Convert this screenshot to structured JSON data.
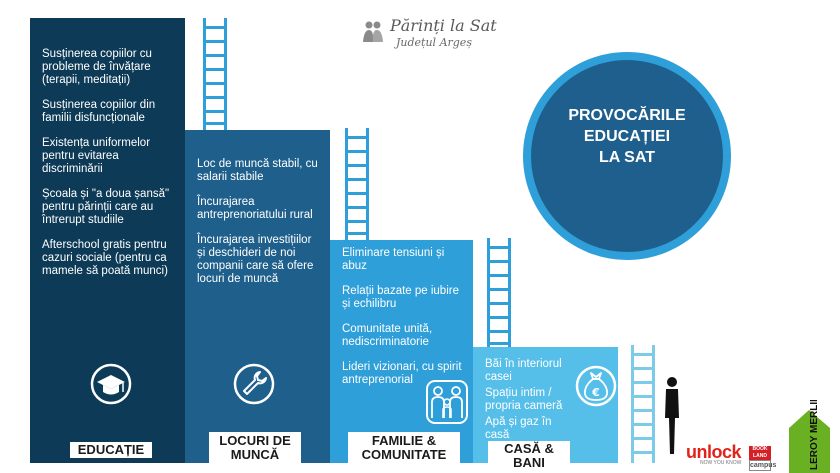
{
  "brand": {
    "title": "Părinți la Sat",
    "subtitle": "Județul Argeș"
  },
  "circle": {
    "title": "PROVOCĂRILE\nEDUCAȚIEI\nLA SAT",
    "fill": "#1f5f8e",
    "ring": "#2f9fd9"
  },
  "columns": [
    {
      "label": "EDUCAȚIE",
      "color": "#0d3a56",
      "icon": "graduation-cap-icon",
      "items": [
        "Susținerea copiilor cu probleme de învățare (terapii, meditații)",
        "Susținerea copiilor din familii disfuncționale",
        "Existența uniformelor pentru evitarea discriminării",
        "Școala și \"a doua șansă\" pentru părinții care au întrerupt studiile",
        "Afterschool gratis pentru cazuri sociale (pentru ca mamele să poată munci)"
      ]
    },
    {
      "label": "LOCURI DE MUNCĂ",
      "color": "#1e5f8c",
      "icon": "wrench-icon",
      "items": [
        "Loc de muncă stabil, cu salarii stabile",
        "Încurajarea antreprenoriatului rural",
        "Încurajarea investițiilor și deschideri de noi companii care să ofere locuri de muncă"
      ]
    },
    {
      "label": "FAMILIE & COMUNITATE",
      "color": "#2f9fd9",
      "icon": "family-icon",
      "items": [
        "Eliminare tensiuni și abuz",
        "Relații bazate pe iubire și echilibru",
        "Comunitate unită, nediscriminatorie",
        "Lideri vizionari, cu spirit antreprenorial"
      ]
    },
    {
      "label": "CASĂ & BANI",
      "color": "#55bfe9",
      "icon": "money-bag-euro-icon",
      "items": [
        "Băi în interiorul casei",
        "Spațiu intim / propria cameră",
        "Apă și gaz în casă"
      ]
    }
  ],
  "logos": {
    "unlock": "unlock",
    "unlock_tagline": "NOW YOU KNOW",
    "bookland_top": "BOOK LAND",
    "bookland_bottom": "campus",
    "leroy": "LEROY MERLIN"
  }
}
